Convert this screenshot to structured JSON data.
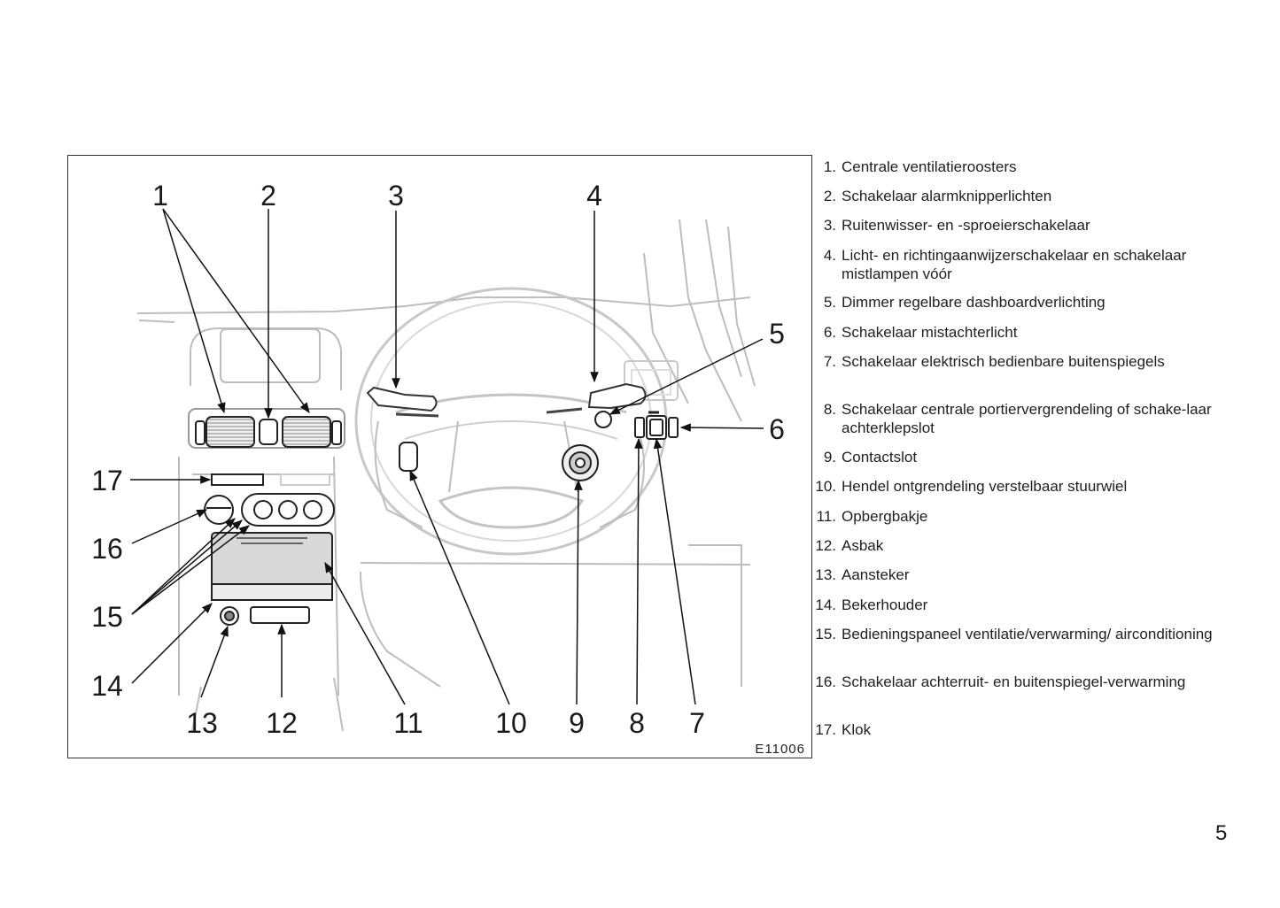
{
  "figure": {
    "code": "E11006",
    "callouts": {
      "c1": "1",
      "c2": "2",
      "c3": "3",
      "c4": "4",
      "c5": "5",
      "c6": "6",
      "c7": "7",
      "c8": "8",
      "c9": "9",
      "c10": "10",
      "c11": "11",
      "c12": "12",
      "c13": "13",
      "c14": "14",
      "c15": "15",
      "c16": "16",
      "c17": "17"
    }
  },
  "legend": {
    "items": [
      {
        "num": "1.",
        "text": "Centrale ventilatieroosters"
      },
      {
        "num": "2.",
        "text": "Schakelaar alarmknipperlichten"
      },
      {
        "num": "3.",
        "text": "Ruitenwisser- en -sproeierschakelaar"
      },
      {
        "num": "4.",
        "text": "Licht- en richtingaanwijzerschakelaar en schakelaar mistlampen vóór"
      },
      {
        "num": "5.",
        "text": "Dimmer regelbare dashboardverlichting"
      },
      {
        "num": "6.",
        "text": "Schakelaar mistachterlicht"
      },
      {
        "num": "7.",
        "text": "Schakelaar elektrisch bedienbare buitenspiegels"
      },
      {
        "num": "8.",
        "text": "Schakelaar centrale portiervergrendeling of schake-laar achterklepslot"
      },
      {
        "num": "9.",
        "text": "Contactslot"
      },
      {
        "num": "10.",
        "text": "Hendel ontgrendeling verstelbaar stuurwiel"
      },
      {
        "num": "11.",
        "text": "Opbergbakje"
      },
      {
        "num": "12.",
        "text": "Asbak"
      },
      {
        "num": "13.",
        "text": "Aansteker"
      },
      {
        "num": "14.",
        "text": "Bekerhouder"
      },
      {
        "num": "15.",
        "text": "Bedieningspaneel ventilatie/verwarming/ airconditioning"
      },
      {
        "num": "16.",
        "text": "Schakelaar achterruit- en buitenspiegel-verwarming"
      },
      {
        "num": "17.",
        "text": "Klok"
      }
    ]
  },
  "page_number": "5"
}
